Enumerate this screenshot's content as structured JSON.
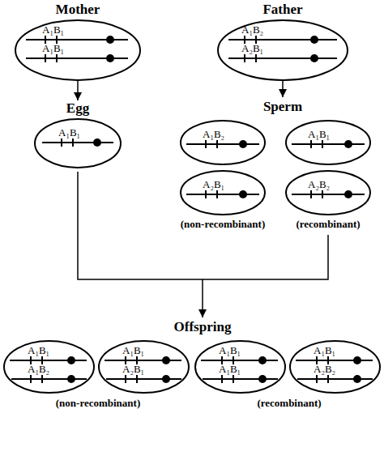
{
  "diagram": {
    "nodes": [
      {
        "text": [
          "Mother",
          "A₁B₁",
          "A₁B₁"
        ]
      },
      {
        "text": [
          "Father",
          "A₁B₂",
          "A₂B₁"
        ]
      },
      {
        "text": [
          "Egg",
          "A₁B₁"
        ]
      },
      {
        "text": [
          "A₁B₂"
        ]
      },
      {
        "text": [
          "A₁B₁"
        ]
      },
      {
        "text": [
          "A₂B₁"
        ]
      },
      {
        "text": [
          "A₂B₂"
        ]
      },
      {
        "text": [
          "A₁B₁",
          "A₁B₂"
        ]
      },
      {
        "text": [
          "A₁B₁",
          "A₂B₁"
        ]
      },
      {
        "text": [
          "A₁B₁",
          "A₁B₁"
        ]
      },
      {
        "text": [
          "A₁B₁",
          "A₂B₂"
        ]
      }
    ],
    "edges": [
      {
        "from": 0,
        "to": 2,
        "arrow": "to"
      }
    ],
    "labels": [
      "Sperm",
      "(non-recombinant)",
      "(recombinant)",
      "Offspring",
      "(non-recombinant)",
      "(recombinant)"
    ]
  }
}
